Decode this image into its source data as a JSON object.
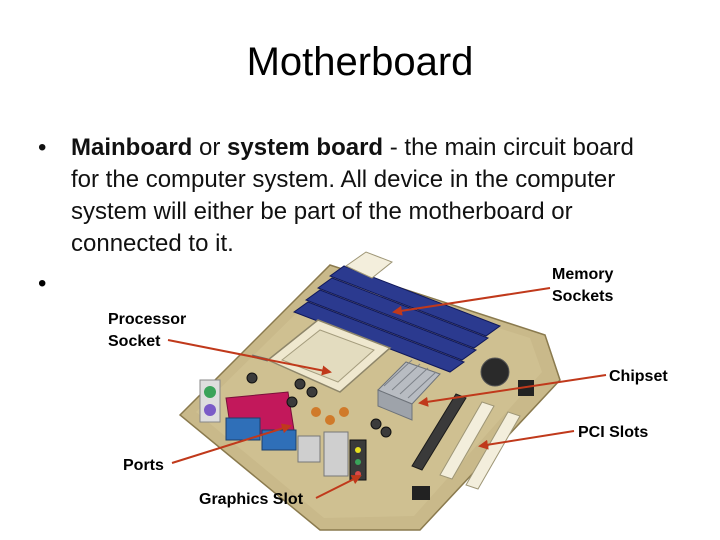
{
  "slide": {
    "title": "Motherboard",
    "bullet_symbol": "•",
    "bullet1": {
      "term1": "Mainboard",
      "conj": " or ",
      "term2": "system board",
      "rest_line1": "  -  the main circuit board",
      "line2": "for the computer system.   All device in the computer",
      "line3": "system will either be part of the motherboard or",
      "line4": "connected to it."
    }
  },
  "labels": {
    "memory_line1": "Memory",
    "memory_line2": "Sockets",
    "processor_line1": "Processor",
    "processor_line2": "Socket",
    "chipset": "Chipset",
    "pci": "PCI Slots",
    "ports": "Ports",
    "graphics": "Graphics Slot"
  },
  "colors": {
    "arrow": "#c0391b",
    "board": "#c9b98a",
    "memory_slot": "#2b3a8f",
    "pci_slot": "#f3eedc",
    "heatsink": "#b8bcc2",
    "serial_port": "#c2185b"
  }
}
